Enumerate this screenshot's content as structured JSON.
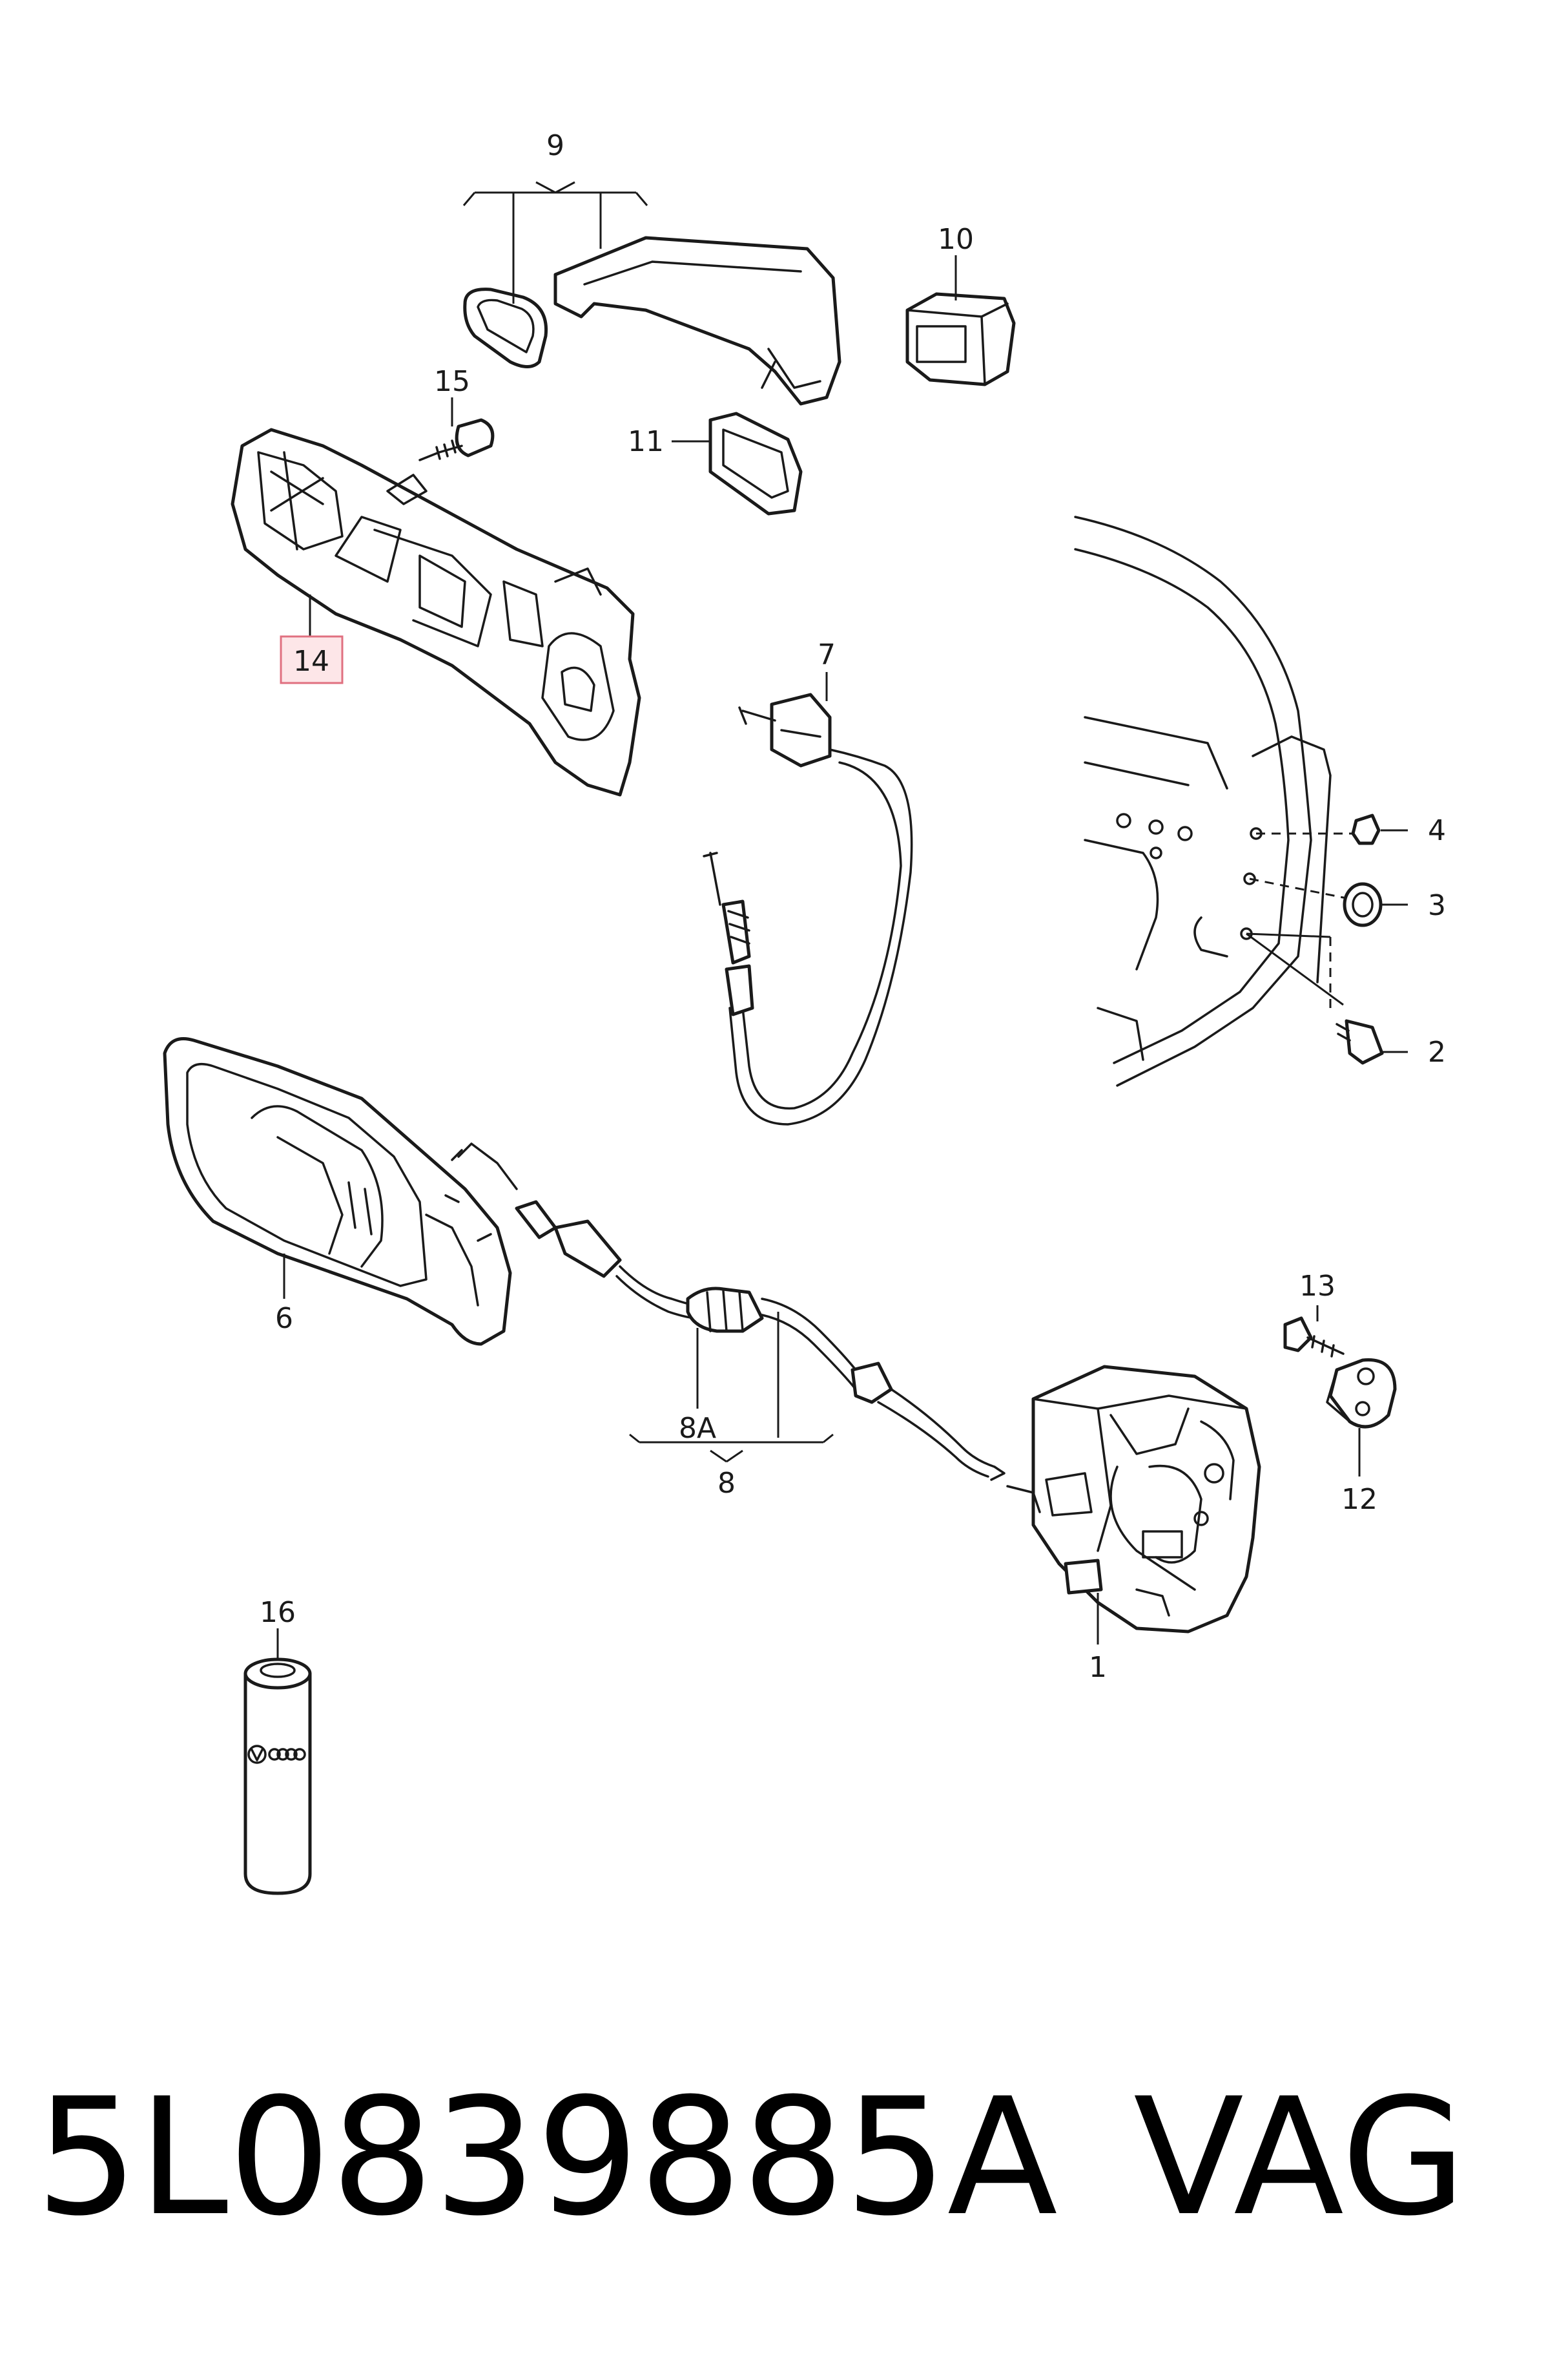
{
  "callouts": {
    "c1": "1",
    "c2": "2",
    "c3": "3",
    "c4": "4",
    "c6": "6",
    "c7": "7",
    "c8": "8",
    "c8a": "8A",
    "c9": "9",
    "c10": "10",
    "c11": "11",
    "c12": "12",
    "c13": "13",
    "c14": "14",
    "c15": "15",
    "c16": "16"
  },
  "highlighted_callout": "14",
  "footer": {
    "part_number": "5L0839885A",
    "brand": "VAG"
  },
  "colors": {
    "line": "#1a1a1a",
    "highlight_fill": "#fde6e8",
    "highlight_border": "#e07080"
  }
}
